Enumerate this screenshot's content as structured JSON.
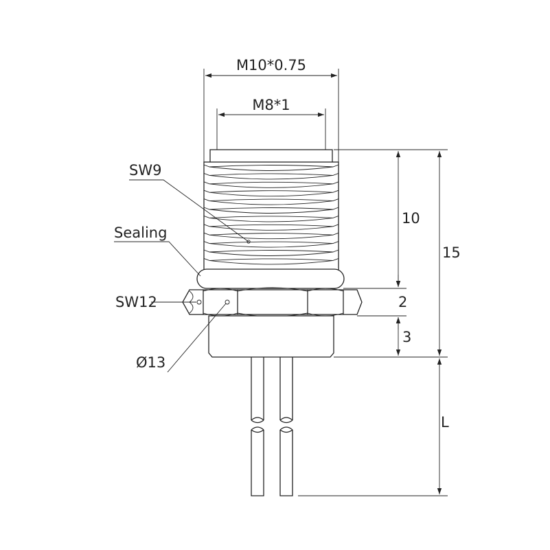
{
  "dimensions": {
    "outer_thread": "M10*0.75",
    "inner_thread": "M8*1",
    "thread_length": "10",
    "total_length": "15",
    "hex_height": "2",
    "base_height": "3",
    "lead_length": "L"
  },
  "callouts": {
    "wrench_thread": "SW9",
    "sealing": "Sealing",
    "wrench_nut": "SW12",
    "diameter": "Ø13"
  },
  "colors": {
    "line": "#222222",
    "background": "#ffffff"
  }
}
